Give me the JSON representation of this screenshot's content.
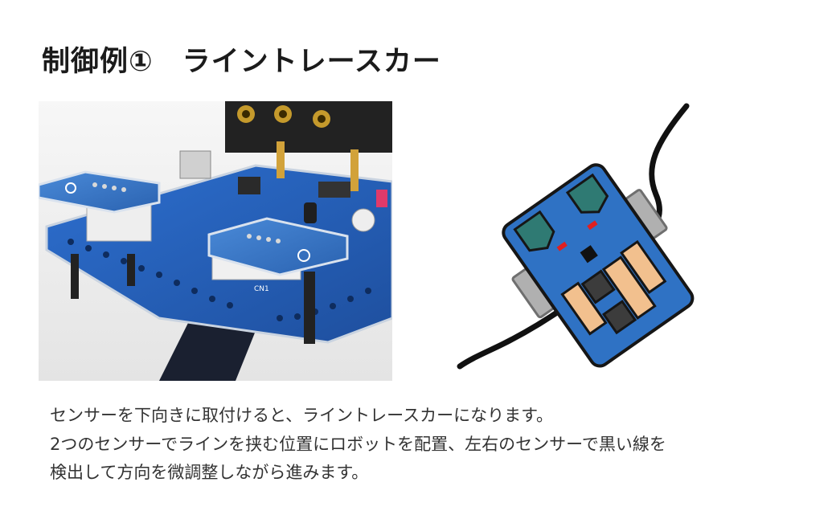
{
  "heading": "制御例①　ライントレースカー",
  "description": {
    "line1": "センサーを下向きに取付けると、ライントレースカーになります。",
    "line2": "2つのセンサーでラインを挟む位置にロボットを配置、左右のセンサーで黒い線を",
    "line3": "検出して方向を微調整しながら進みます。"
  },
  "photo": {
    "board_marking": "CN1"
  },
  "colors": {
    "board_blue": "#2f72c4",
    "line_black": "#111111",
    "sensor_teal": "#2f7a73",
    "indicator_red": "#e02020",
    "motor_peach": "#f2c08e",
    "wheel_gray": "#b0b0b0"
  }
}
